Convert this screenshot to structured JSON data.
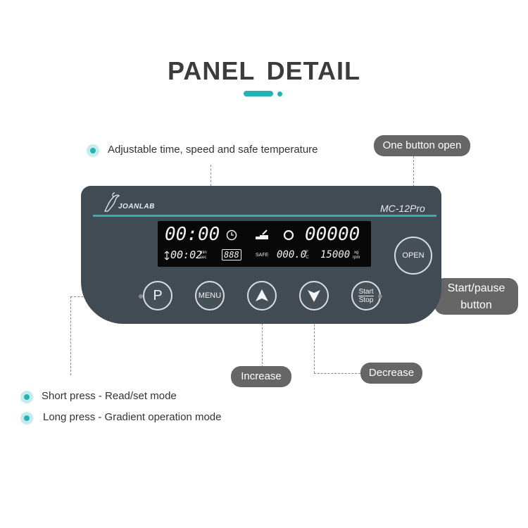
{
  "title": "PANEL  DETAIL",
  "notes": {
    "adjustable": "Adjustable time, speed and safe temperature",
    "short_press": "Short press - Read/set mode",
    "long_press": "Long press - Gradient operation mode"
  },
  "callouts": {
    "one_button_open": "One button open",
    "start_pause": "Start/pause button",
    "increase": "Increase",
    "decrease": "Decrease"
  },
  "panel": {
    "brand": "JOANLAB",
    "model": "MC-12Pro"
  },
  "display": {
    "time": "00:00",
    "speed": "00000",
    "accel_time": "00:02",
    "accel_unit_top": "min",
    "accel_unit_bottom": "sec",
    "program": "888",
    "safe": "SAFE",
    "temperature": "000.0",
    "temp_unit_top": "°F",
    "temp_unit_bottom": "°C",
    "rpm_value": "15000",
    "rpm_unit_top": "xg",
    "rpm_unit_bottom": "rpm"
  },
  "buttons": {
    "p": "P",
    "menu": "MENU",
    "start": "Start",
    "stop": "Stop",
    "open": "OPEN"
  },
  "colors": {
    "accent": "#1fb5b5",
    "panel": "#414b53",
    "pill": "#666666"
  }
}
